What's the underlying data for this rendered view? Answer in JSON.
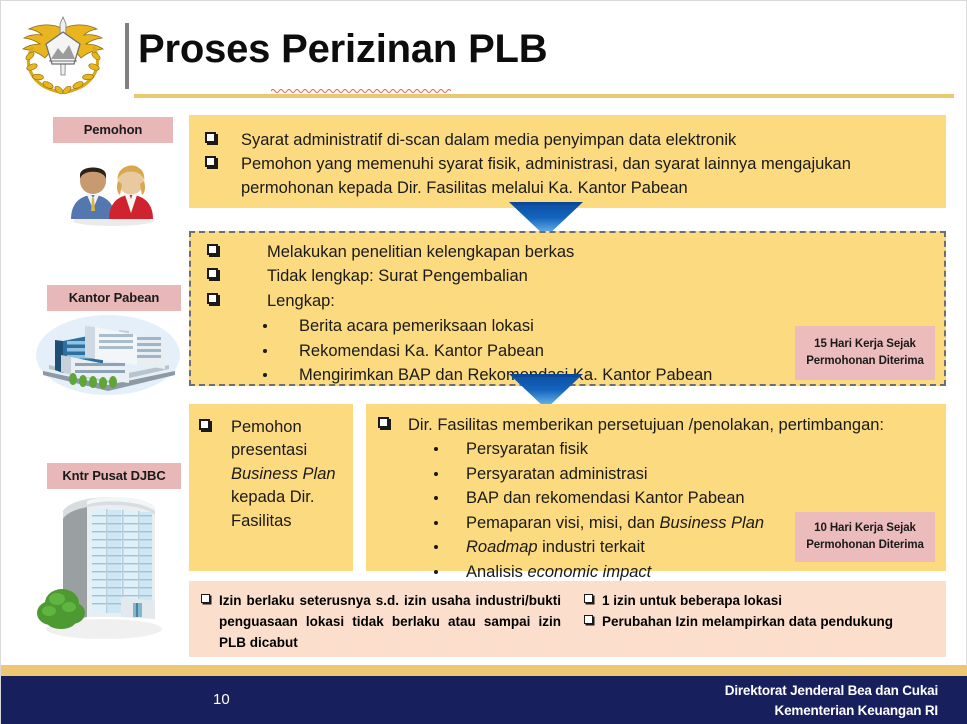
{
  "slide": {
    "title": "Proses Perizinan PLB",
    "logo_name": "kemenkeu-djbc-emblem"
  },
  "lanes": [
    {
      "label": "Pemohon",
      "icon": "two-people-icon"
    },
    {
      "label": "Kantor Pabean",
      "icon": "office-building-icon"
    },
    {
      "label": "Kntr Pusat DJBC",
      "icon": "tower-building-icon"
    }
  ],
  "step1": {
    "items": [
      "Syarat administratif di-scan dalam media penyimpan data elektronik",
      "Pemohon yang memenuhi syarat fisik, administrasi, dan syarat lainnya mengajukan permohonan kepada Dir. Fasilitas melalui Ka. Kantor Pabean"
    ]
  },
  "step2": {
    "items": [
      "Melakukan penelitian kelengkapan berkas",
      "Tidak lengkap: Surat Pengembalian",
      "Lengkap:"
    ],
    "sub_items": [
      "Berita acara pemeriksaan lokasi",
      "Rekomendasi Ka. Kantor Pabean",
      "Mengirimkan BAP dan Rekomendasi Ka. Kantor Pabean"
    ],
    "badge_line1": "15 Hari Kerja Sejak",
    "badge_line2": "Permohonan Diterima"
  },
  "step3_left": {
    "item_plain_1": "Pemohon presentasi ",
    "item_italic": "Business Plan",
    "item_plain_2": " kepada Dir. Fasilitas"
  },
  "step3_right": {
    "heading": "Dir. Fasilitas memberikan persetujuan /penolakan, pertimbangan:",
    "sub_items": [
      {
        "plain1": "Persyaratan fisik",
        "italic": "",
        "plain2": ""
      },
      {
        "plain1": "Persyaratan administrasi",
        "italic": "",
        "plain2": ""
      },
      {
        "plain1": "BAP dan rekomendasi Kantor Pabean",
        "italic": "",
        "plain2": ""
      },
      {
        "plain1": "Pemaparan visi, misi, dan ",
        "italic": "Business Plan",
        "plain2": ""
      },
      {
        "plain1": "",
        "italic": "Roadmap",
        "plain2": " industri terkait"
      },
      {
        "plain1": "Analisis ",
        "italic": "economic impact",
        "plain2": ""
      }
    ],
    "badge_line1": "10 Hari Kerja Sejak",
    "badge_line2": "Permohonan Diterima"
  },
  "notes": {
    "left": "Izin berlaku seterusnya s.d. izin usaha industri/bukti penguasaan lokasi tidak berlaku atau sampai izin PLB dicabut",
    "right_1": "1 izin untuk beberapa lokasi",
    "right_2": "Perubahan Izin melampirkan data pendukung"
  },
  "footer": {
    "page_number": "10",
    "line1": "Direktorat Jenderal  Bea dan Cukai",
    "line2": "Kementerian Keuangan RI"
  },
  "colors": {
    "yellow_box": "#fcda7f",
    "pink_box": "#fbdfcc",
    "lane_label": "#e8b7b7",
    "badge": "#ecbcbc",
    "navy": "#17205c",
    "gold": "#eec772",
    "arrow_blue": "#1565c0"
  }
}
